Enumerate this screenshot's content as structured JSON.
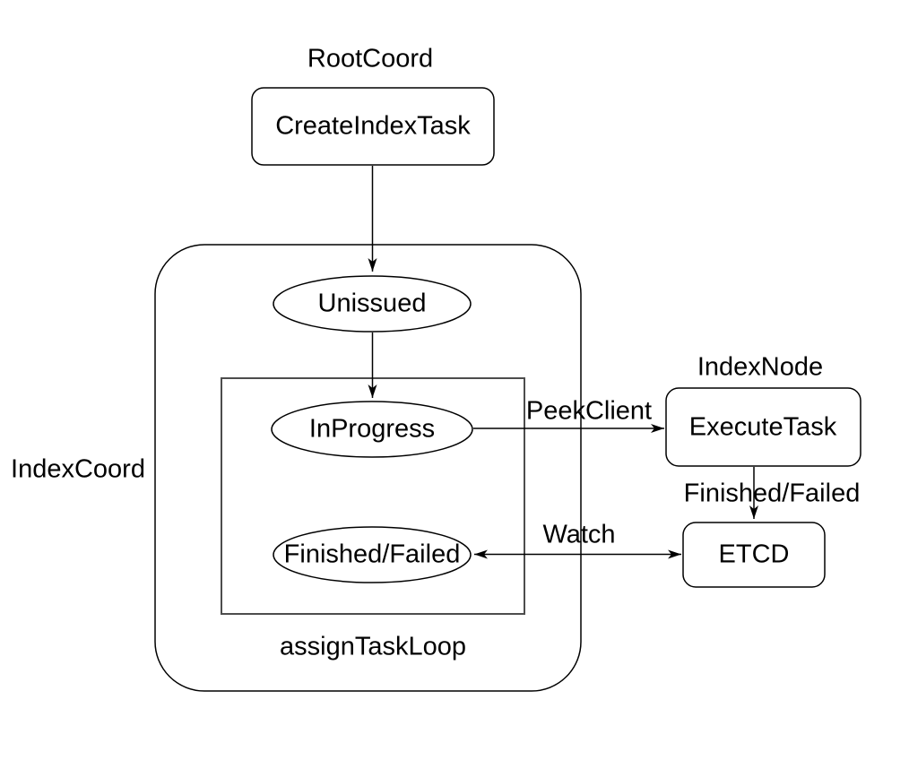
{
  "diagram": {
    "colors": {
      "background": "#ffffff",
      "stroke": "#000000",
      "inner_loop_stroke": "#4d4d4d",
      "text": "#000000"
    },
    "containers": {
      "index_coord_label": "IndexCoord",
      "assign_task_loop_label": "assignTaskLoop"
    },
    "group_titles": {
      "root_coord": "RootCoord",
      "index_node": "IndexNode"
    },
    "nodes": {
      "create_index_task": "CreateIndexTask",
      "unissued": "Unissued",
      "in_progress": "InProgress",
      "finished_failed": "Finished/Failed",
      "execute_task": "ExecuteTask",
      "etcd": "ETCD"
    },
    "edges": {
      "peek_client_label": "PeekClient",
      "finished_failed_label": "Finished/Failed",
      "watch_label": "Watch"
    }
  }
}
